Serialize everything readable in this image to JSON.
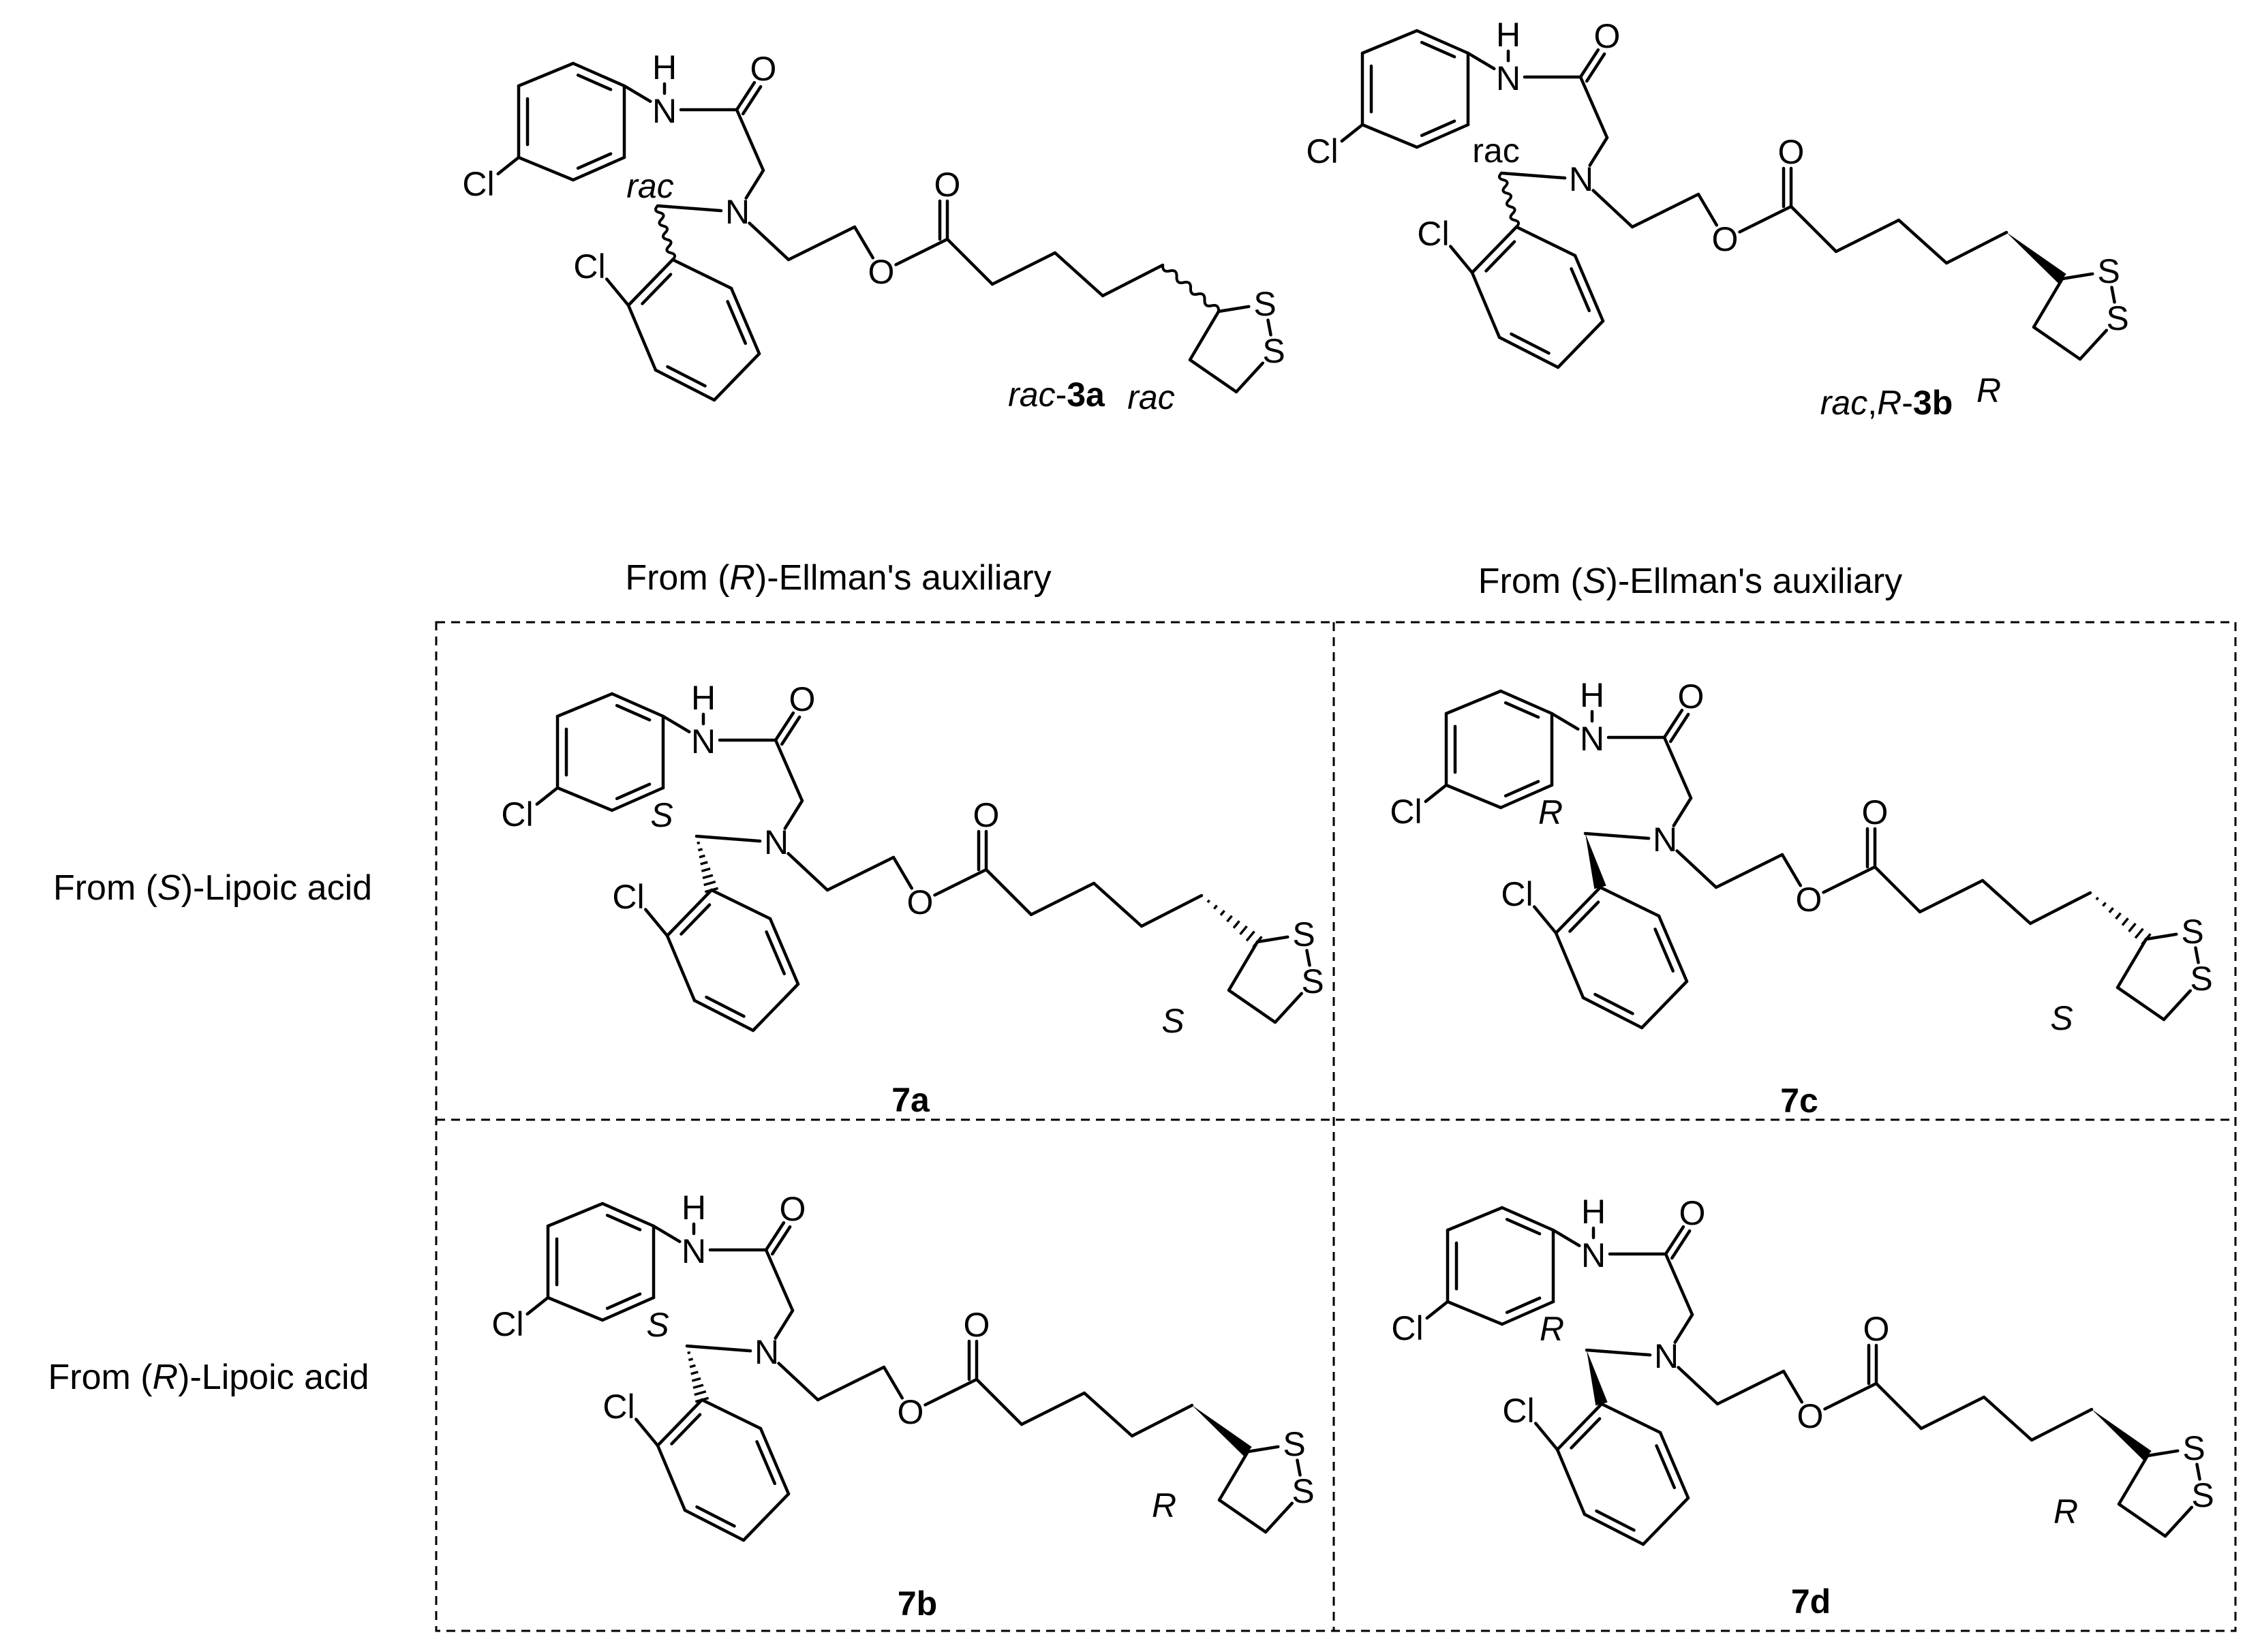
{
  "headers": {
    "col_r": {
      "pre": "From (",
      "stereo": "R",
      "post": ")-Ellman's auxiliary"
    },
    "col_s": {
      "pre": "From (",
      "stereo": "S",
      "post": ")-Ellman's auxiliary"
    },
    "row_s": {
      "pre": "From (",
      "stereo": "S",
      "post": ")-Lipoic acid"
    },
    "row_r": {
      "pre": "From (",
      "stereo": "R",
      "post": ")-Lipoic acid"
    }
  },
  "atoms": {
    "nh_h": "H",
    "nh_n": "N",
    "oxygen": "O",
    "amine_n": "N",
    "chlorine": "Cl",
    "sulfur": "S"
  },
  "compounds": [
    {
      "id": "rac-3a",
      "label_pre": "rac",
      "label_sep": "-",
      "label_stereo": "",
      "label_num": "3a",
      "c5": "rac",
      "c5_italic": true,
      "lip": "rac"
    },
    {
      "id": "rac,R-3b",
      "label_pre": "rac",
      "label_sep": ",",
      "label_stereo": "R",
      "label_num": "3b",
      "c5": "rac",
      "c5_italic": false,
      "lip": "R"
    },
    {
      "id": "7a",
      "label_num": "7a",
      "c5": "S",
      "lip": "S"
    },
    {
      "id": "7c",
      "label_num": "7c",
      "c5": "R",
      "lip": "S"
    },
    {
      "id": "7b",
      "label_num": "7b",
      "c5": "S",
      "lip": "R"
    },
    {
      "id": "7d",
      "label_num": "7d",
      "c5": "R",
      "lip": "R"
    }
  ]
}
